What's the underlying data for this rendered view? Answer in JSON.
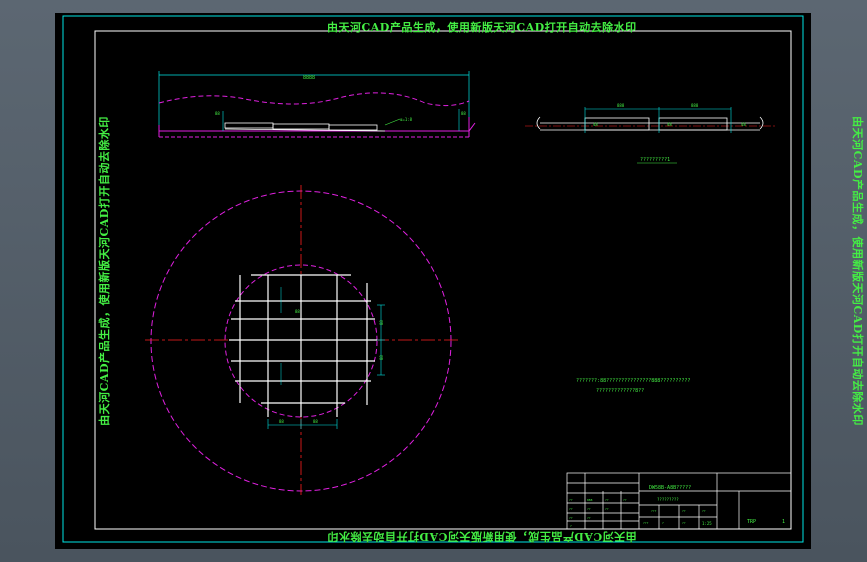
{
  "watermark": {
    "text": "由天河CAD产品生成，使用新版天河CAD打开自动去除水印"
  },
  "section_view": {
    "dimension_label": "8888",
    "callout": "α=1:8"
  },
  "profile_view": {
    "dims": [
      "888",
      "888",
      "48",
      "48",
      "48"
    ],
    "caption": "?????????1"
  },
  "plan_view": {
    "dims": [
      "88",
      "88",
      "88",
      "88",
      "88"
    ]
  },
  "notes": {
    "line1": "???????:88???????????????888??????????",
    "line2": "?????????????8??"
  },
  "title_block": {
    "name": "DW58B-A8B?????",
    "code": "?????????",
    "scale": "1:25",
    "sheet_label": "TRP",
    "sheet_no": "1",
    "small_cells": [
      "??",
      "888",
      "??",
      "??",
      "??",
      "??",
      "??",
      "???",
      "??",
      "??",
      "??",
      "??",
      "???",
      "??",
      "1:25",
      "?",
      "?"
    ]
  },
  "colors": {
    "frame": "#00e5e5",
    "outline": "#ffffff",
    "center": "#ff2020",
    "hidden": "#e020e0",
    "dimension": "#00e5e5",
    "text": "#44ee44"
  }
}
